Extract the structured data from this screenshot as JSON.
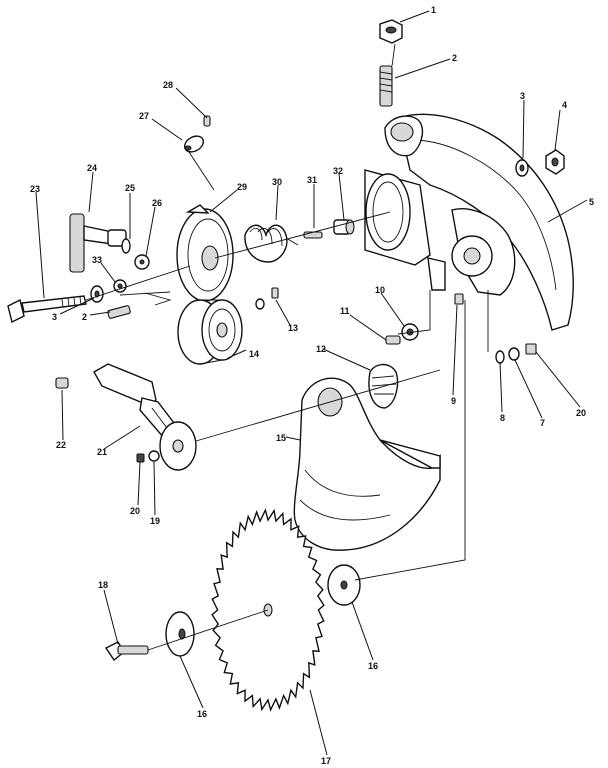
{
  "callouts": [
    {
      "label": "1"
    },
    {
      "label": "2"
    },
    {
      "label": "3"
    },
    {
      "label": "4"
    },
    {
      "label": "5"
    },
    {
      "label": "28"
    },
    {
      "label": "27"
    },
    {
      "label": "24"
    },
    {
      "label": "25"
    },
    {
      "label": "26"
    },
    {
      "label": "29"
    },
    {
      "label": "30"
    },
    {
      "label": "31"
    },
    {
      "label": "32"
    },
    {
      "label": "23"
    },
    {
      "label": "33"
    },
    {
      "label": "3"
    },
    {
      "label": "2"
    },
    {
      "label": "13"
    },
    {
      "label": "14"
    },
    {
      "label": "11"
    },
    {
      "label": "10"
    },
    {
      "label": "12"
    },
    {
      "label": "9"
    },
    {
      "label": "8"
    },
    {
      "label": "7"
    },
    {
      "label": "20"
    },
    {
      "label": "22"
    },
    {
      "label": "21"
    },
    {
      "label": "15"
    },
    {
      "label": "20"
    },
    {
      "label": "19"
    },
    {
      "label": "18"
    },
    {
      "label": "16"
    },
    {
      "label": "16"
    },
    {
      "label": "17"
    }
  ]
}
